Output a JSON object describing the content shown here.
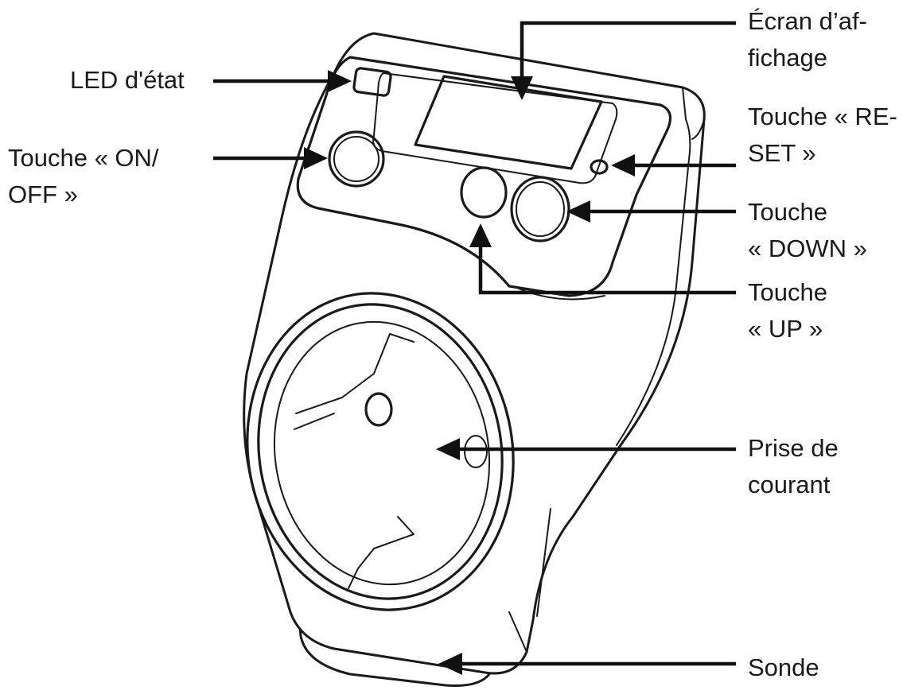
{
  "labels": {
    "led": [
      "LED d'état"
    ],
    "on_off": [
      "Touche « ON/",
      "OFF »"
    ],
    "screen": [
      "Écran d’af-",
      "fichage"
    ],
    "reset": [
      "Touche « RE-",
      "SET »"
    ],
    "down": [
      "Touche",
      "« DOWN »"
    ],
    "up": [
      "Touche",
      "« UP »"
    ],
    "socket": [
      "Prise de",
      "courant"
    ],
    "probe": [
      "Sonde"
    ]
  }
}
